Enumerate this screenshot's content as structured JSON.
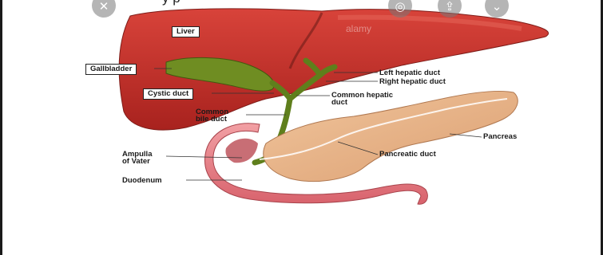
{
  "header": {
    "fragment": "y  p",
    "close_icon": "close-icon",
    "watermark_icon": "target-icon",
    "share_icon": "share-icon",
    "more_icon": "chevron-down-icon"
  },
  "image": {
    "watermark": "alamy",
    "labels": {
      "liver": "Liver",
      "gallbladder": "Gallbladder",
      "cystic_duct": "Cystic duct",
      "common_bile_duct": "Common\nbile duct",
      "ampulla": "Ampulla\nof Vater",
      "duodenum": "Duodenum",
      "left_hepatic_duct": "Left hepatic duct",
      "right_hepatic_duct": "Right hepatic duct",
      "common_hepatic_duct": "Common hepatic\nduct",
      "pancreas": "Pancreas",
      "pancreatic_duct": "Pancreatic duct"
    },
    "colors": {
      "liver": "#c8302a",
      "gallbladder": "#6a8a1e",
      "pancreas": "#e8b48a",
      "duodenum": "#e88a90"
    }
  }
}
